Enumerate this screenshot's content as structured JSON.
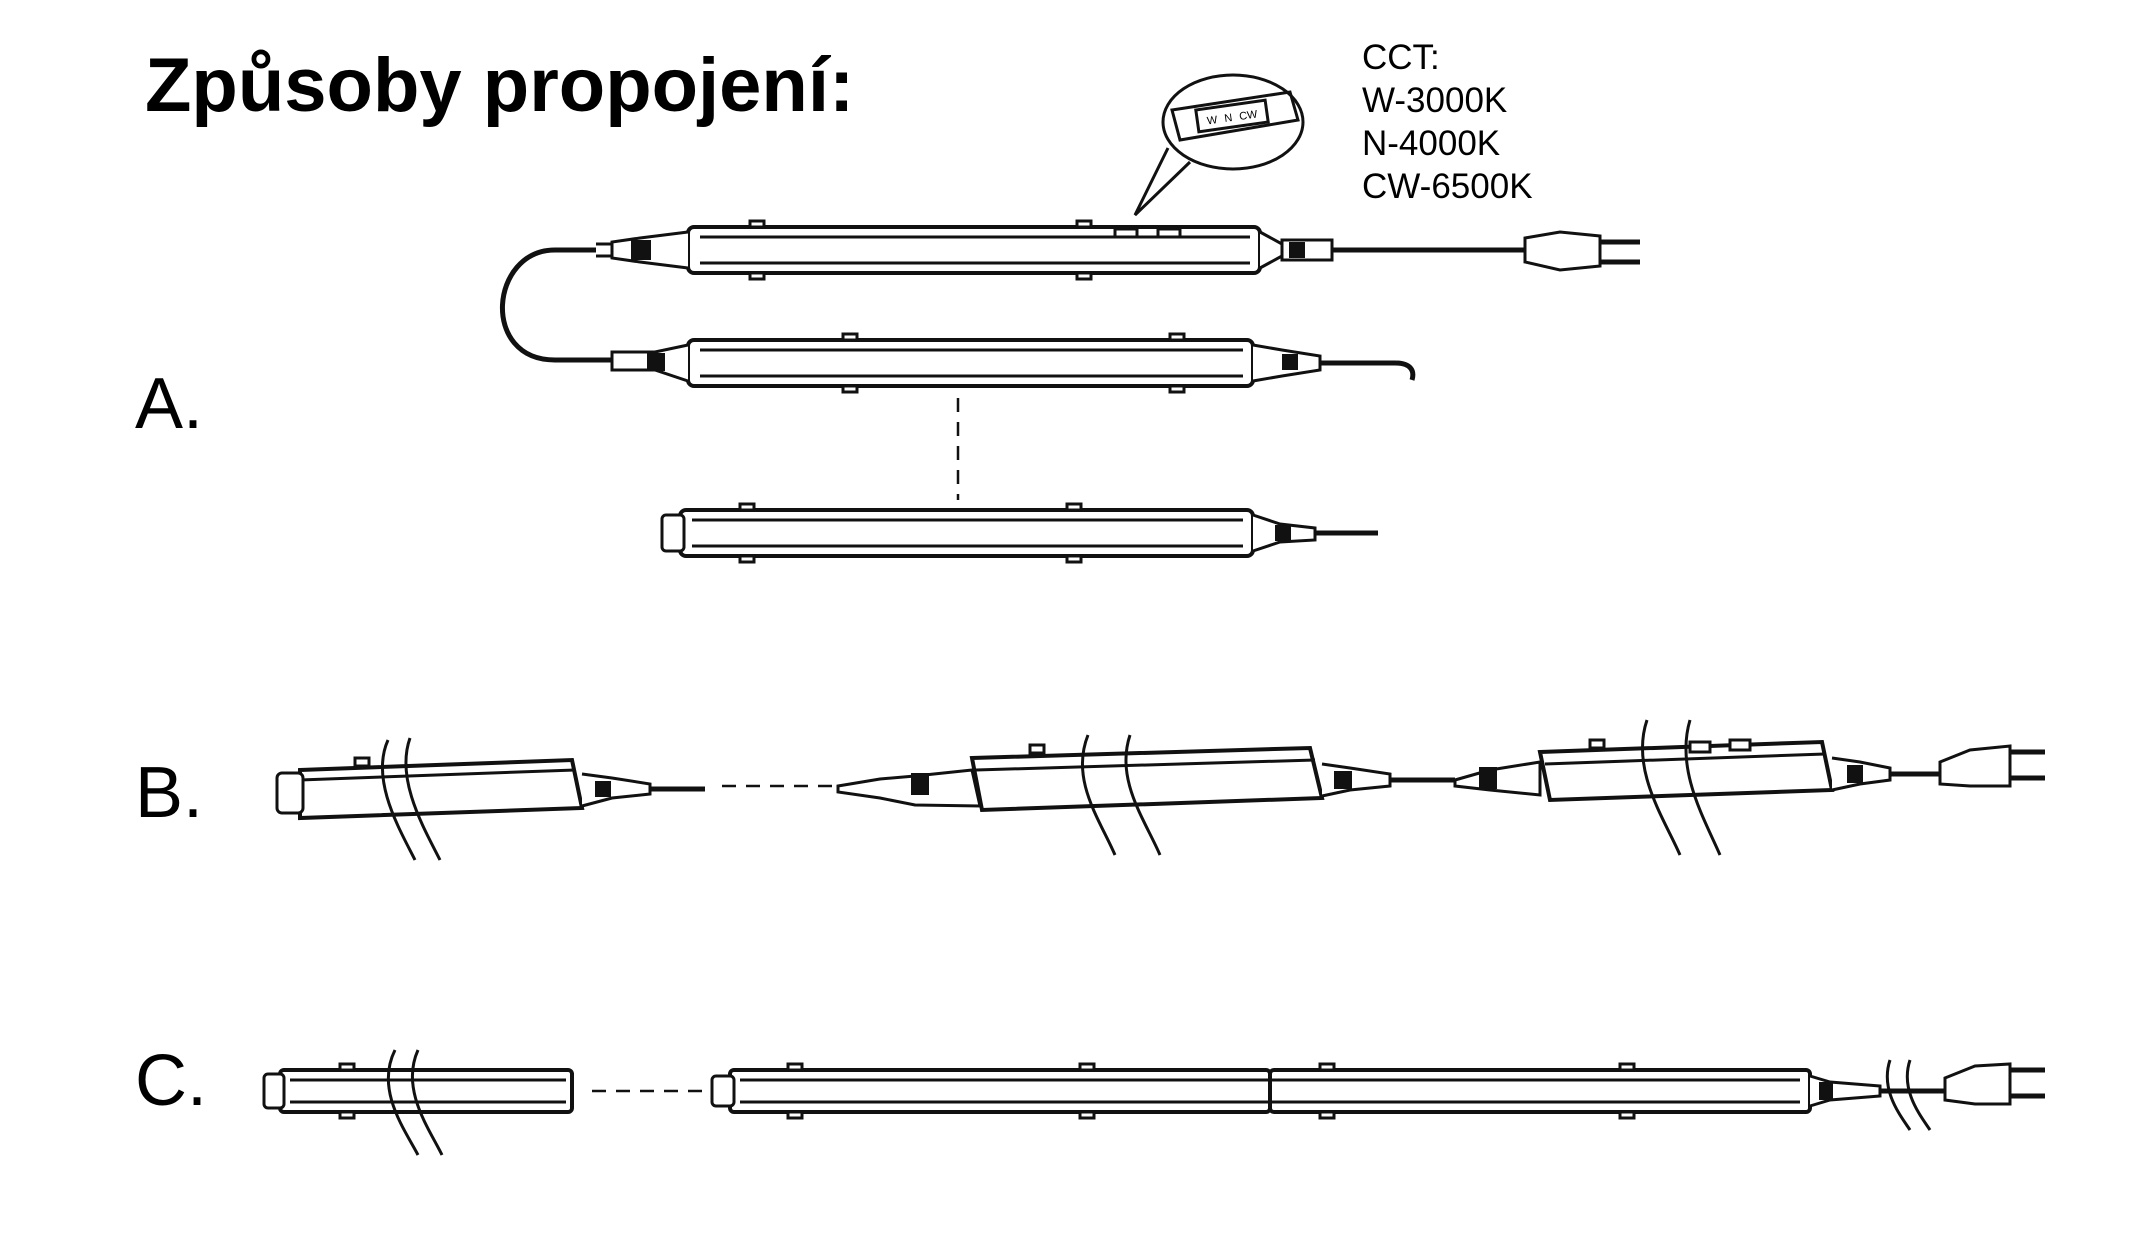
{
  "title": "Způsoby propojení:",
  "cct": {
    "heading": "CCT:",
    "options": [
      "W-3000K",
      "N-4000K",
      "CW-6500K"
    ]
  },
  "switch_labels": [
    "W",
    "N",
    "CW"
  ],
  "methods": [
    {
      "label": "A."
    },
    {
      "label": "B."
    },
    {
      "label": "C."
    }
  ]
}
